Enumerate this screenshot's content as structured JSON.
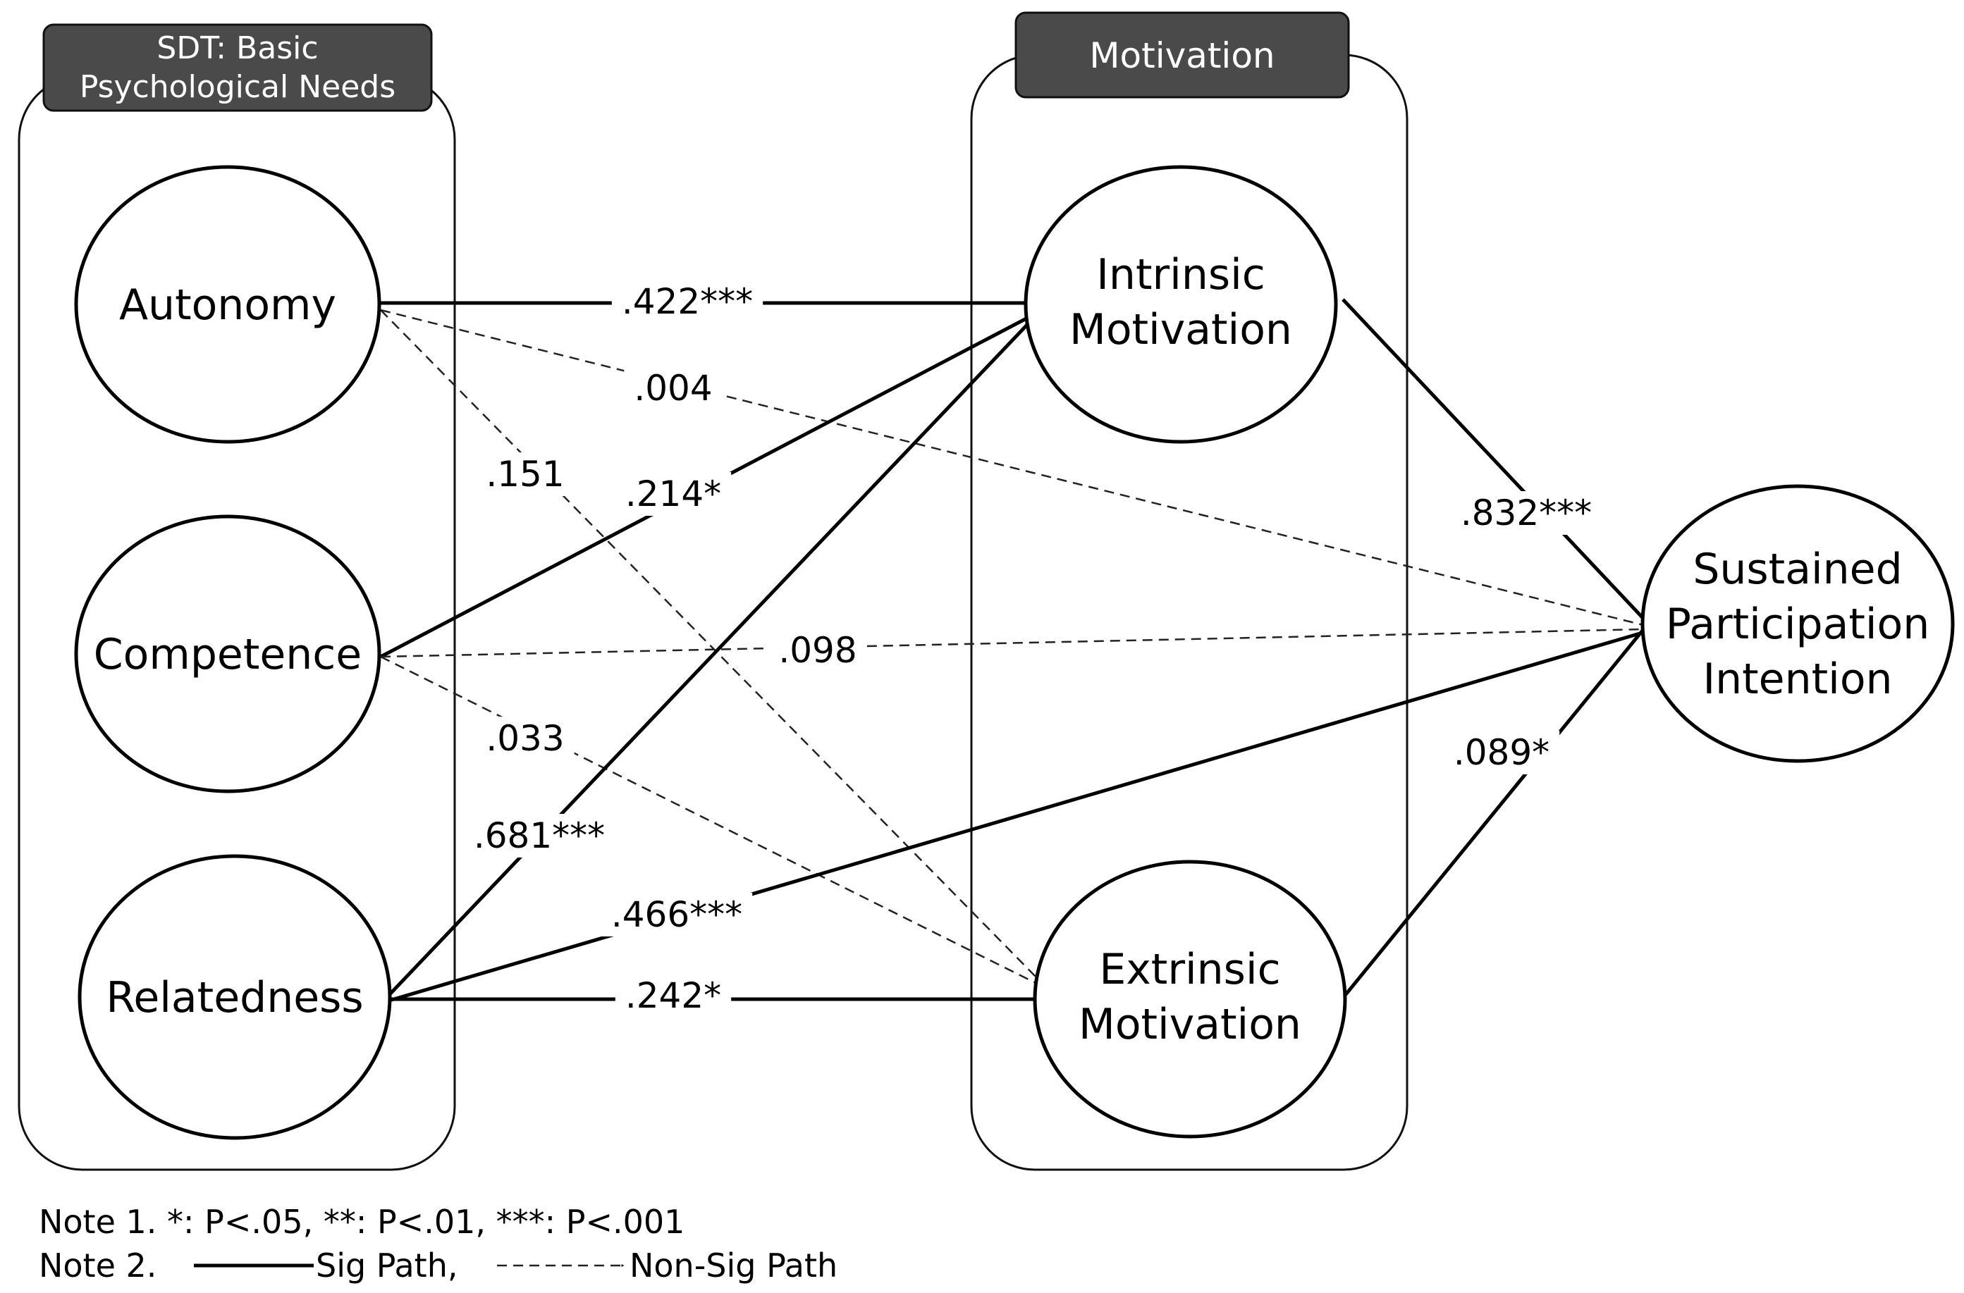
{
  "groups": {
    "needs": {
      "header_lines": [
        "SDT: Basic",
        "Psychological Needs"
      ]
    },
    "motivation": {
      "header_lines": [
        "Motivation"
      ]
    }
  },
  "nodes": {
    "autonomy": {
      "lines": [
        "Autonomy"
      ]
    },
    "competence": {
      "lines": [
        "Competence"
      ]
    },
    "relatedness": {
      "lines": [
        "Relatedness"
      ]
    },
    "intrinsic": {
      "lines": [
        "Intrinsic",
        "Motivation"
      ]
    },
    "extrinsic": {
      "lines": [
        "Extrinsic",
        "Motivation"
      ]
    },
    "intention": {
      "lines": [
        "Sustained",
        "Participation",
        "Intention"
      ]
    }
  },
  "paths": [
    {
      "id": "autonomy-intrinsic",
      "from": "Autonomy",
      "to": "Intrinsic Motivation",
      "coefficient": ".422***",
      "significant": true
    },
    {
      "id": "autonomy-intention",
      "from": "Autonomy",
      "to": "Sustained Participation Intention",
      "coefficient": ".004",
      "significant": false
    },
    {
      "id": "autonomy-extrinsic",
      "from": "Autonomy",
      "to": "Extrinsic Motivation",
      "coefficient": ".151",
      "significant": false
    },
    {
      "id": "competence-intrinsic",
      "from": "Competence",
      "to": "Intrinsic Motivation",
      "coefficient": ".214*",
      "significant": true
    },
    {
      "id": "competence-intention",
      "from": "Competence",
      "to": "Sustained Participation Intention",
      "coefficient": ".098",
      "significant": false
    },
    {
      "id": "competence-extrinsic",
      "from": "Competence",
      "to": "Extrinsic Motivation",
      "coefficient": ".033",
      "significant": false
    },
    {
      "id": "relatedness-intrinsic",
      "from": "Relatedness",
      "to": "Intrinsic Motivation",
      "coefficient": ".681***",
      "significant": true
    },
    {
      "id": "relatedness-intention",
      "from": "Relatedness",
      "to": "Sustained Participation Intention",
      "coefficient": ".466***",
      "significant": true
    },
    {
      "id": "relatedness-extrinsic",
      "from": "Relatedness",
      "to": "Extrinsic Motivation",
      "coefficient": ".242*",
      "significant": true
    },
    {
      "id": "intrinsic-intention",
      "from": "Intrinsic Motivation",
      "to": "Sustained Participation Intention",
      "coefficient": ".832***",
      "significant": true
    },
    {
      "id": "extrinsic-intention",
      "from": "Extrinsic Motivation",
      "to": "Sustained Participation Intention",
      "coefficient": ".089*",
      "significant": true
    }
  ],
  "notes": {
    "note1": "Note 1. *: P<.05, **: P<.01, ***: P<.001",
    "note2_prefix": "Note 2.",
    "sig_label": "Sig Path,",
    "nonsig_label": "Non-Sig Path"
  }
}
